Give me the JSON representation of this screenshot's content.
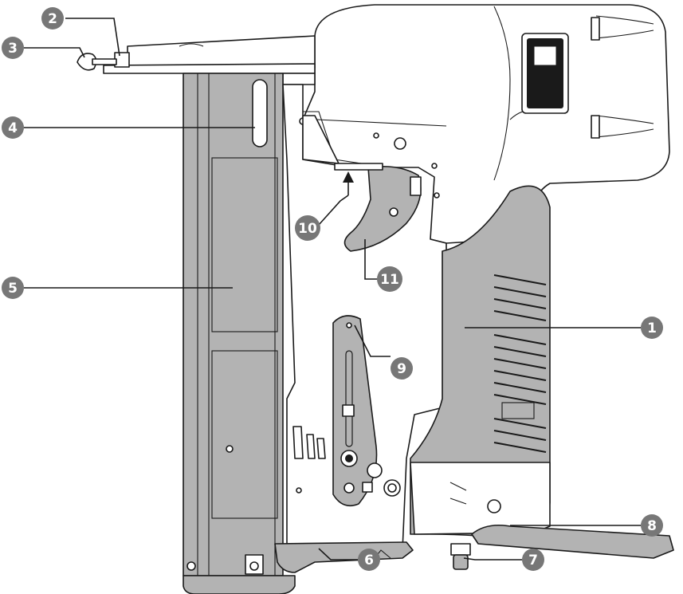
{
  "callouts": [
    {
      "label": "1"
    },
    {
      "label": "2"
    },
    {
      "label": "3"
    },
    {
      "label": "4"
    },
    {
      "label": "5"
    },
    {
      "label": "6"
    },
    {
      "label": "7"
    },
    {
      "label": "8"
    },
    {
      "label": "9"
    },
    {
      "label": "10"
    },
    {
      "label": "11"
    }
  ],
  "colors": {
    "badge": "#777777",
    "badge_text": "#ffffff",
    "part_gray": "#b3b3b3",
    "line": "#1a1a1a"
  }
}
